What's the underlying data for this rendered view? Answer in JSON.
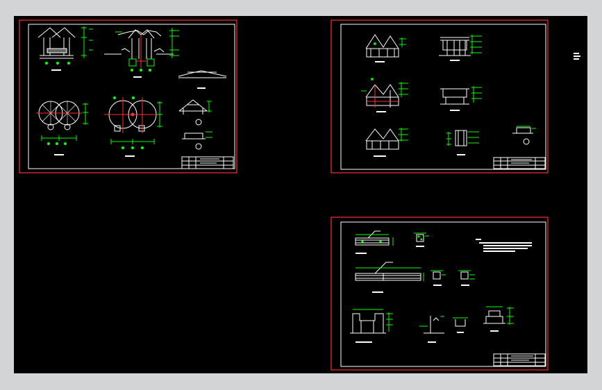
{
  "window": {
    "background_color": "#d3d4d6",
    "canvas_color": "#000000"
  },
  "colors": {
    "frame": "#ff3030",
    "line": "#ffffff",
    "dim": "#00ff00",
    "hatch": "#ff3030",
    "label": "#ffffff",
    "side_text": "#ffffff"
  },
  "sheets": [
    {
      "name": "sheet-1",
      "title_block_rows": 3
    },
    {
      "name": "sheet-2",
      "title_block_rows": 3
    },
    {
      "name": "sheet-3",
      "title_block_rows": 3
    }
  ],
  "side_note": {
    "icon": "text-block-icon"
  }
}
